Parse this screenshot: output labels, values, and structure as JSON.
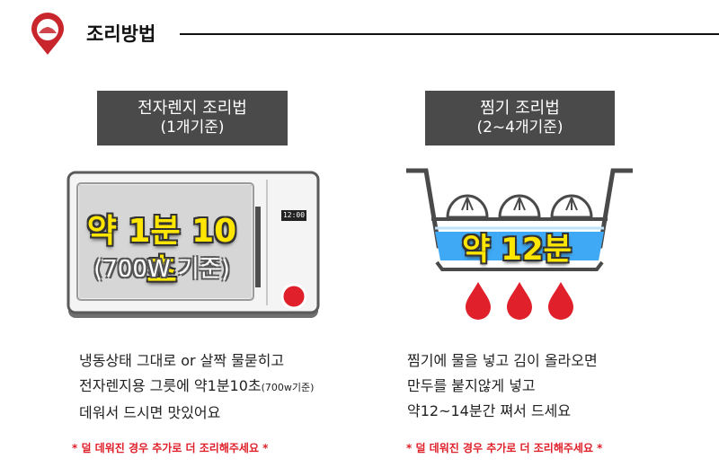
{
  "header": {
    "title": "조리방법",
    "logo_icon": "dumpling-pin-icon",
    "accent_color": "#c8252c"
  },
  "microwave": {
    "label_line1": "전자렌지 조리법",
    "label_line2": "(1개기준)",
    "time": "약 1분 10초",
    "standard": "(700W 기준)",
    "display": "12:00",
    "desc_line1": "냉동상태 그대로 or 살짝 물묻히고",
    "desc_line2a": "전자렌지용 그릇에  약1분10초",
    "desc_line2b": "(700w기준)",
    "desc_line3": "데워서 드시면 맛있어요",
    "note": "* 덜 데워진 경우 추가로 더 조리해주세요 *"
  },
  "steamer": {
    "label_line1": "찜기 조리법",
    "label_line2": "(2~4개기준)",
    "time": "약 12분",
    "desc_line1": "찜기에 물을 넣고 김이 올라오면",
    "desc_line2": "만두를 붙지않게 넣고",
    "desc_line3": "약12~14분간 쪄서 드세요",
    "note": "* 덜 데워진 경우 추가로 더 조리해주세요 *"
  },
  "colors": {
    "label_bg": "#4a4a4a",
    "highlight_yellow": "#ffe600",
    "note_red": "#e0202a",
    "water_blue": "#3fa9f5",
    "flame_red": "#e0202a"
  }
}
